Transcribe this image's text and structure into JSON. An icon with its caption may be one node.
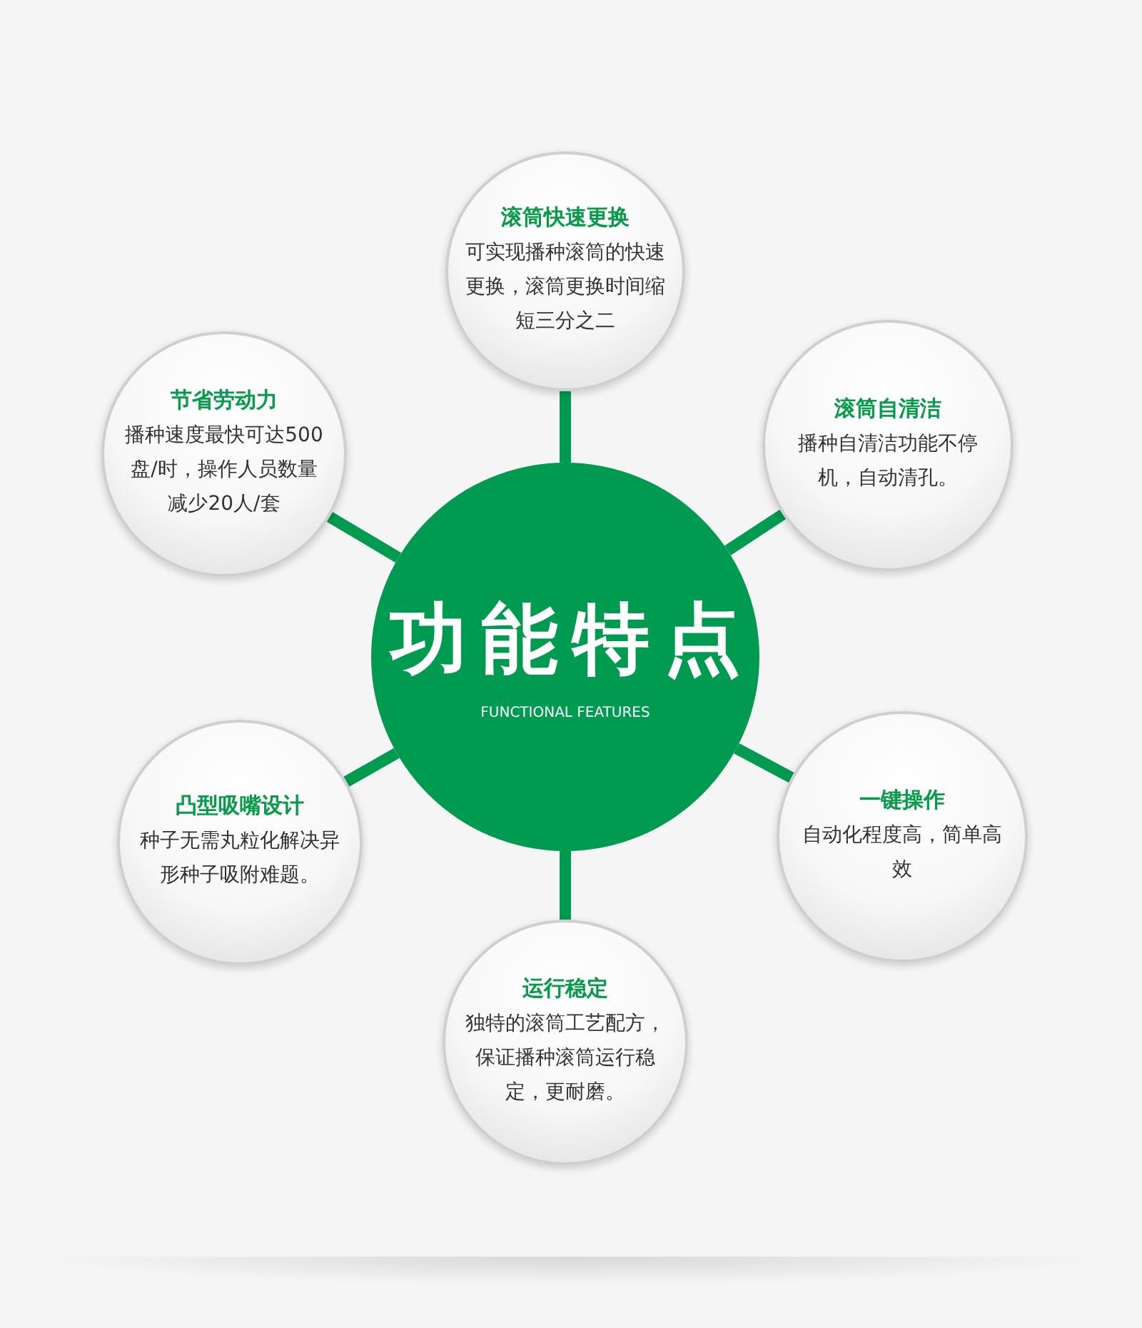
{
  "diagram": {
    "nodes": [
      {
        "text": [
          "功能特点",
          "FUNCTIONAL FEATURES"
        ]
      },
      {
        "text": [
          "滚筒快速更换",
          "可实现播种滚筒的快速更换，滚筒更换时间缩短三分之二"
        ]
      },
      {
        "text": [
          "节省劳动力",
          "播种速度最快可达500盘/时，操作人员数量减少20人/套"
        ]
      },
      {
        "text": [
          "滚筒自清洁",
          "播种自清洁功能不停机，自动清孔。"
        ]
      },
      {
        "text": [
          "凸型吸嘴设计",
          "种子无需丸粒化解决异形种子吸附难题。"
        ]
      },
      {
        "text": [
          "一键操作",
          "自动化程度高，简单高效"
        ]
      },
      {
        "text": [
          "运行稳定",
          "独特的滚筒工艺配方，保证播种滚筒运行稳定，更耐磨。"
        ]
      }
    ],
    "edges": [
      {
        "from": 0,
        "to": 1,
        "arrow": "none"
      },
      {
        "from": 0,
        "to": 2,
        "arrow": "none"
      },
      {
        "from": 0,
        "to": 3,
        "arrow": "none"
      },
      {
        "from": 0,
        "to": 4,
        "arrow": "none"
      },
      {
        "from": 0,
        "to": 5,
        "arrow": "none"
      },
      {
        "from": 0,
        "to": 6,
        "arrow": "none"
      }
    ]
  }
}
